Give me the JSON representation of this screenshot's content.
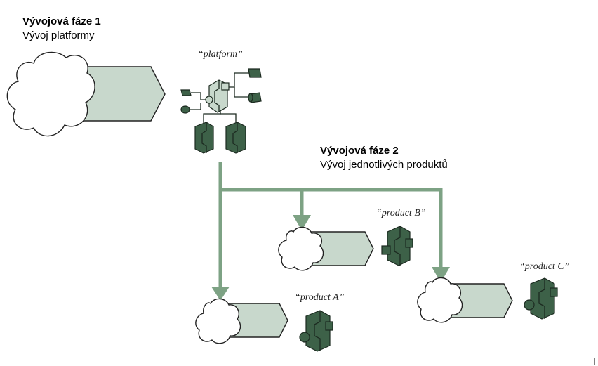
{
  "phase1": {
    "title": "Vývojová fáze 1",
    "subtitle": "Vývoj platformy"
  },
  "phase2": {
    "title": "Vývojová fáze 2",
    "subtitle": "Vývoj jednotlivých produktů"
  },
  "labels": {
    "platform": "“platform”",
    "product_a": "“product A”",
    "product_b": "“product B”",
    "product_c": "“product C”"
  },
  "colors": {
    "flow_green": "#7da284",
    "module_dark": "#3d6148",
    "chevron_fill": "#c8d8cc"
  }
}
